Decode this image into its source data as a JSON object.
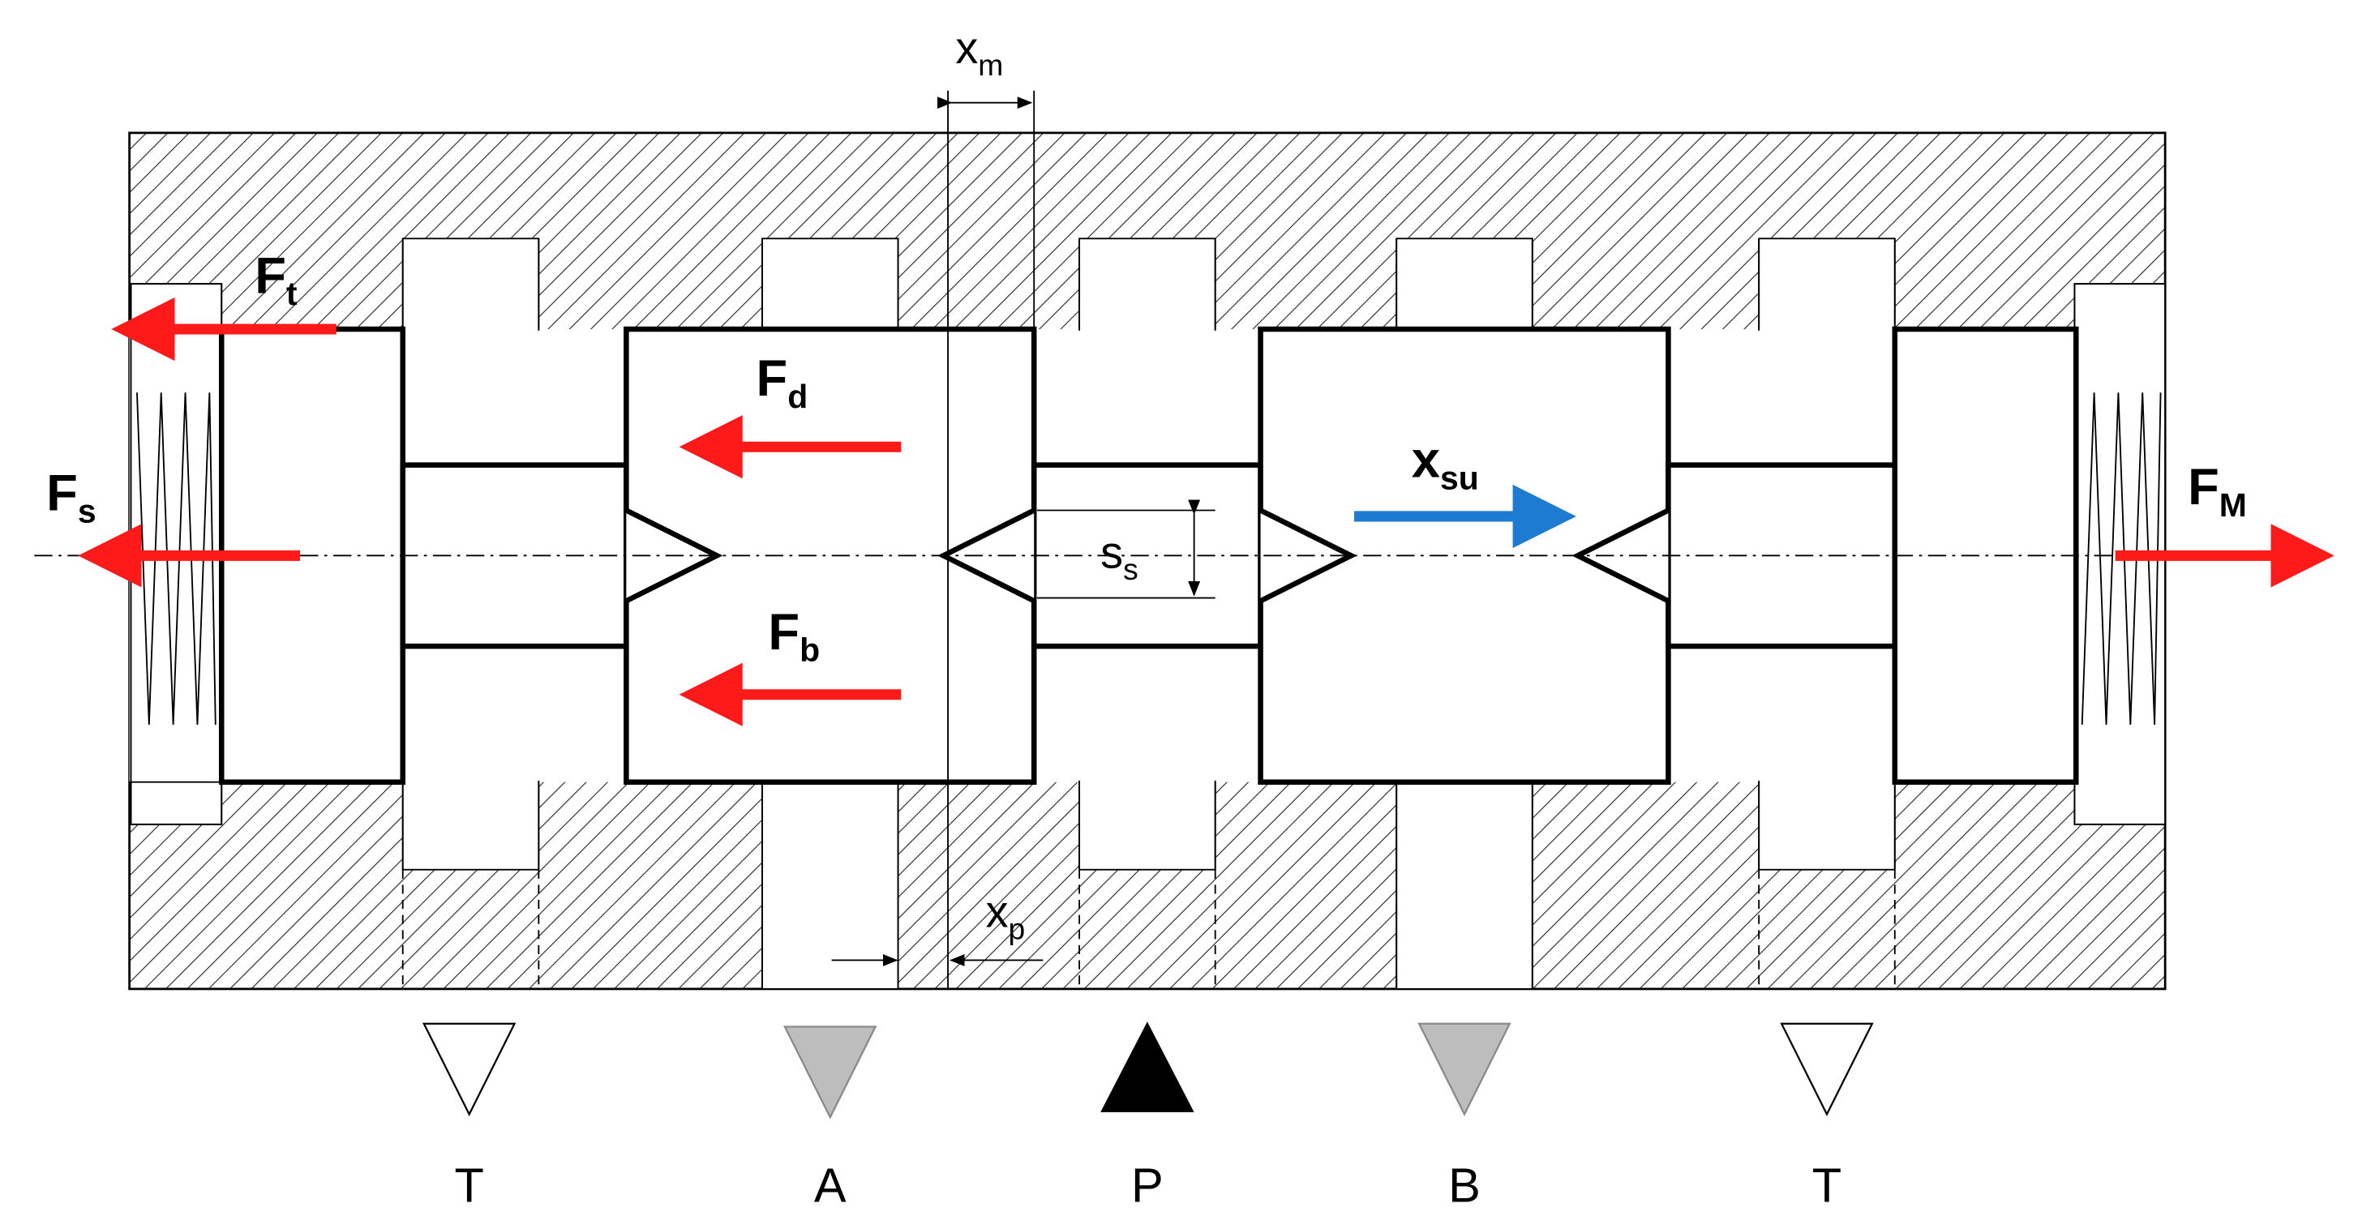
{
  "colors": {
    "force_arrow": "#ff1a1a",
    "displacement_arrow": "#1f7ad1",
    "port_tank": "#ffffff",
    "port_work": "#bdbdbd",
    "port_pressure": "#000000",
    "outline": "#000000"
  },
  "forces": {
    "ft": {
      "main": "F",
      "sub": "t"
    },
    "fs": {
      "main": "F",
      "sub": "s"
    },
    "fd": {
      "main": "F",
      "sub": "d"
    },
    "fb": {
      "main": "F",
      "sub": "b"
    },
    "fm": {
      "main": "F",
      "sub": "M"
    }
  },
  "dimensions": {
    "xm": {
      "main": "x",
      "sub": "m"
    },
    "xp": {
      "main": "x",
      "sub": "p"
    },
    "ss": {
      "main": "s",
      "sub": "s"
    },
    "xsu": {
      "main": "x",
      "sub": "su"
    }
  },
  "ports": [
    {
      "label": "T",
      "kind": "tank"
    },
    {
      "label": "A",
      "kind": "work"
    },
    {
      "label": "P",
      "kind": "pressure"
    },
    {
      "label": "B",
      "kind": "work"
    },
    {
      "label": "T",
      "kind": "tank"
    }
  ]
}
